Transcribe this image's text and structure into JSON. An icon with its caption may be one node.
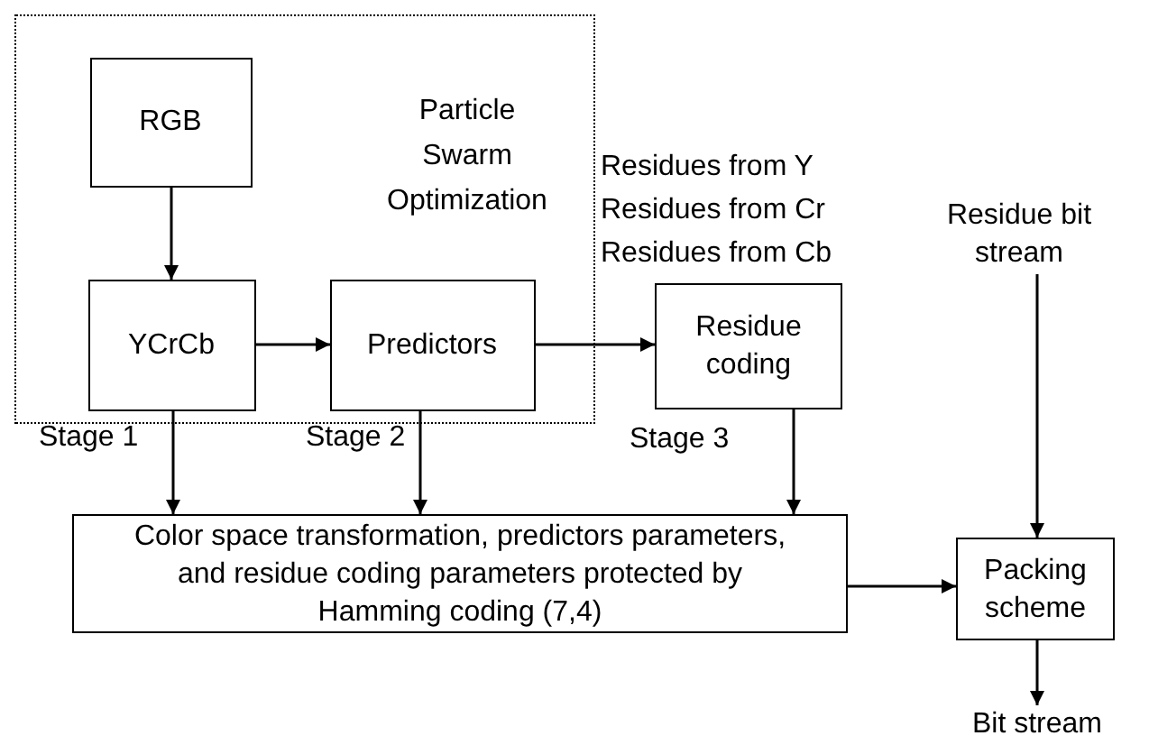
{
  "diagram": {
    "nodes": [
      {
        "text": [
          "Particle Swarm Optimization"
        ]
      },
      {
        "text": [
          "RGB"
        ],
        "in": 0
      },
      {
        "text": [
          "YCrCb"
        ],
        "in": 0,
        "beside": [
          "Stage 1"
        ]
      },
      {
        "text": [
          "Predictors"
        ],
        "in": 0,
        "beside": [
          "Stage 2"
        ]
      },
      {
        "text": [
          "Residue coding"
        ],
        "beside": [
          "Stage 3"
        ]
      },
      {
        "text": [
          "Residue bit stream"
        ]
      },
      {
        "text": [
          "Color space transformation, predictors parameters, and residue coding parameters protected by Hamming coding (7,4)"
        ]
      },
      {
        "text": [
          "Packing scheme"
        ]
      },
      {
        "text": [
          "Bit stream"
        ]
      }
    ],
    "edges": [
      {
        "from": 1,
        "to": 2,
        "arrow": "to"
      },
      {
        "from": 2,
        "to": 3,
        "arrow": "to"
      },
      {
        "from": 3,
        "to": 4,
        "arrow": "to"
      },
      {
        "from": 2,
        "to": 6,
        "arrow": "to"
      },
      {
        "from": 3,
        "to": 6,
        "arrow": "to"
      },
      {
        "from": 4,
        "to": 6,
        "arrow": "to"
      },
      {
        "from": 6,
        "to": 7,
        "arrow": "to"
      },
      {
        "from": 5,
        "to": 7,
        "arrow": "to"
      },
      {
        "from": 7,
        "to": 8,
        "arrow": "to"
      }
    ],
    "labels": [
      "Residues from Y",
      "Residues from Cr",
      "Residues from Cb"
    ]
  }
}
